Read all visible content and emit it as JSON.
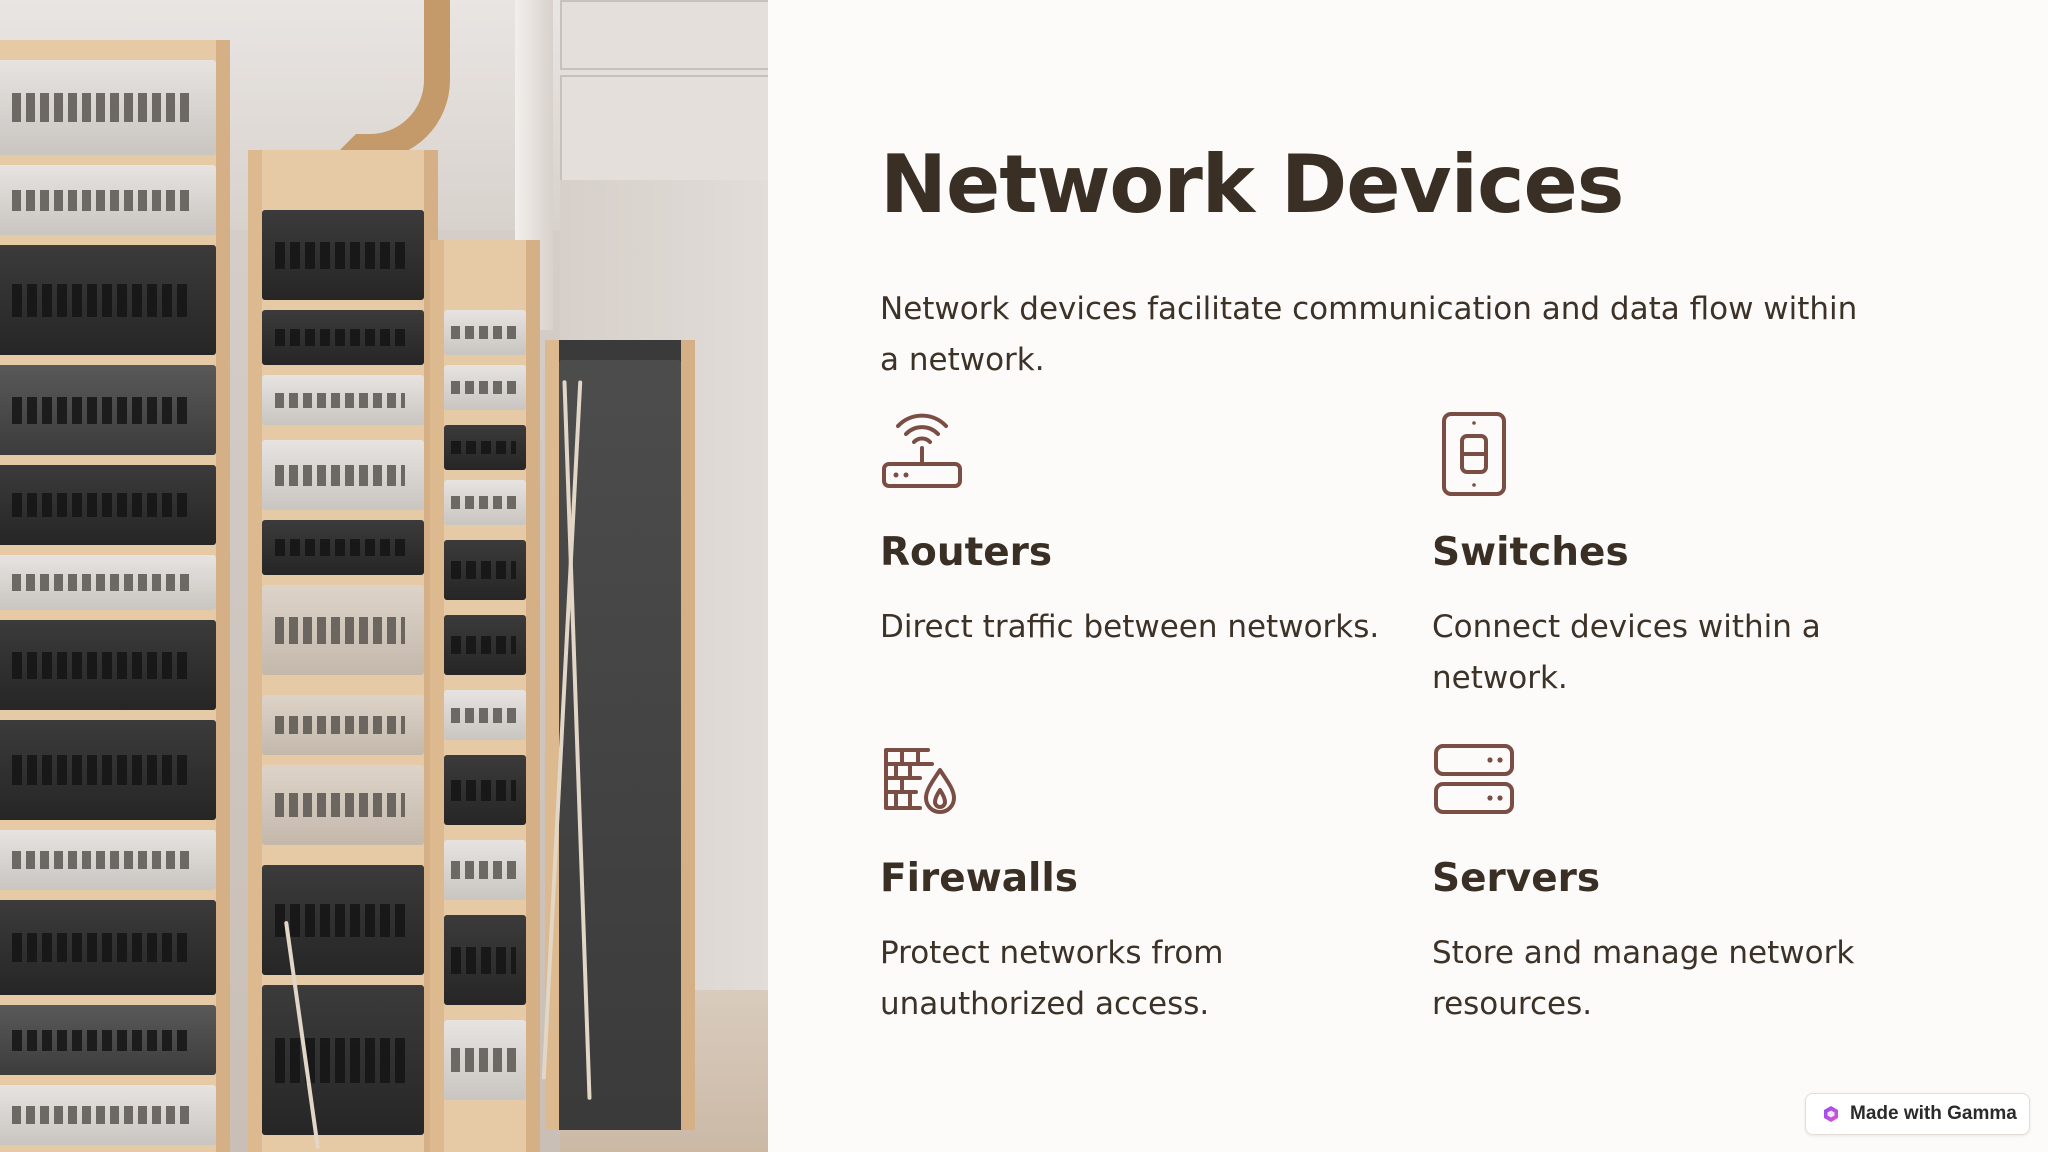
{
  "slide": {
    "title": "Network Devices",
    "intro": "Network devices facilitate communication and data flow within a network.",
    "accent_color": "#7a4e45",
    "text_color": "#3a2f24",
    "background_color": "#fcfbf9"
  },
  "cards": [
    {
      "icon": "router-icon",
      "title": "Routers",
      "description": "Direct traffic between networks."
    },
    {
      "icon": "switch-icon",
      "title": "Switches",
      "description": "Connect devices within a network."
    },
    {
      "icon": "firewall-icon",
      "title": "Firewalls",
      "description": "Protect networks from unauthorized access."
    },
    {
      "icon": "server-icon",
      "title": "Servers",
      "description": "Store and manage network resources."
    }
  ],
  "badge": {
    "label": "Made with Gamma",
    "icon": "gamma-logo-icon"
  }
}
